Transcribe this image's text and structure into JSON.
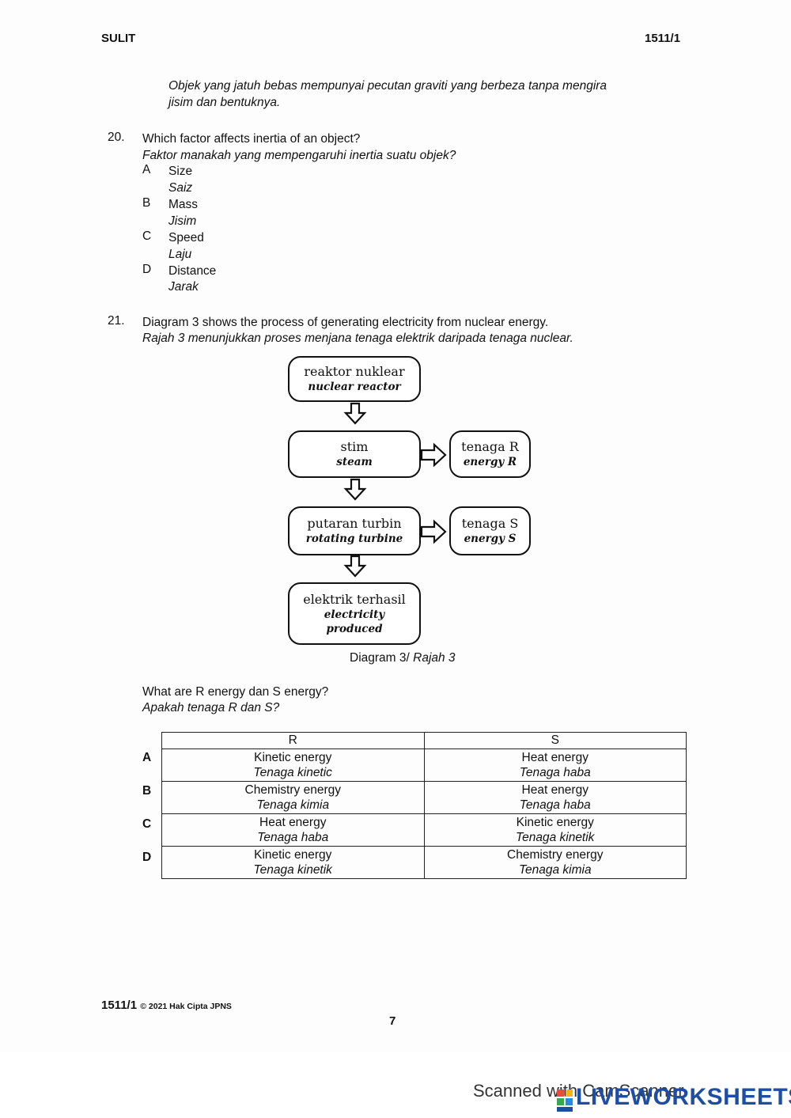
{
  "header": {
    "left": "SULIT",
    "right": "1511/1"
  },
  "q19_tail": {
    "line1": "Objek yang jatuh bebas mempunyai pecutan graviti yang berbeza tanpa mengira",
    "line2": "jisim dan bentuknya."
  },
  "q20": {
    "number": "20.",
    "question_en": "Which factor affects inertia of an object?",
    "question_ms": "Faktor manakah yang mempengaruhi inertia suatu objek?",
    "options": [
      {
        "letter": "A",
        "en": "Size",
        "ms": "Saiz"
      },
      {
        "letter": "B",
        "en": "Mass",
        "ms": "Jisim"
      },
      {
        "letter": "C",
        "en": "Speed",
        "ms": "Laju"
      },
      {
        "letter": "D",
        "en": "Distance",
        "ms": "Jarak"
      }
    ]
  },
  "q21": {
    "number": "21.",
    "intro_en": "Diagram 3 shows the process of generating electricity from nuclear energy.",
    "intro_ms": "Rajah 3 menunjukkan proses menjana tenaga elektrik daripada tenaga nuclear.",
    "diagram": {
      "reactor": {
        "ms": "reaktor nuklear",
        "en": "nuclear reactor"
      },
      "steam": {
        "ms": "stim",
        "en": "steam"
      },
      "energy_r": {
        "ms": "tenaga R",
        "en": "energy R"
      },
      "turbine": {
        "ms": "putaran turbin",
        "en": "rotating turbine"
      },
      "energy_s": {
        "ms": "tenaga S",
        "en": "energy S"
      },
      "electricity": {
        "ms": "elektrik terhasil",
        "en1": "electricity",
        "en2": "produced"
      },
      "caption_en": "Diagram 3/ ",
      "caption_ms": "Rajah 3"
    },
    "prompt_en": "What are R energy dan S energy?",
    "prompt_ms": "Apakah tenaga R dan S?",
    "table": {
      "headers": [
        "R",
        "S"
      ],
      "rows": [
        {
          "letter": "A",
          "r_en": "Kinetic energy",
          "r_ms": "Tenaga kinetic",
          "s_en": "Heat energy",
          "s_ms": "Tenaga haba"
        },
        {
          "letter": "B",
          "r_en": "Chemistry energy",
          "r_ms": "Tenaga kimia",
          "s_en": "Heat energy",
          "s_ms": "Tenaga haba"
        },
        {
          "letter": "C",
          "r_en": "Heat energy",
          "r_ms": "Tenaga haba",
          "s_en": "Kinetic energy",
          "s_ms": "Tenaga kinetik"
        },
        {
          "letter": "D",
          "r_en": "Kinetic energy",
          "r_ms": "Tenaga kinetik",
          "s_en": "Chemistry energy",
          "s_ms": "Tenaga kimia"
        }
      ]
    }
  },
  "footer": {
    "code": "1511/1",
    "copyright": "© 2021 Hak Cipta JPNS",
    "page": "7"
  },
  "watermark": {
    "scanned": "Scanned with CamScanner",
    "brand": "LIVEWORKSHEETS"
  }
}
